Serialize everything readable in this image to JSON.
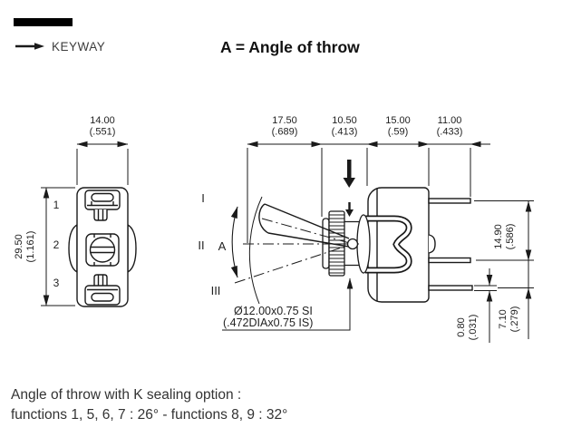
{
  "header": {
    "keyway": "KEYWAY",
    "title": "A = Angle of throw"
  },
  "front": {
    "dim_width": {
      "mm": "14.00",
      "inch": "(.551)"
    },
    "dim_height": {
      "mm": "29.50",
      "inch": "(1.161)"
    },
    "terminals": [
      "1",
      "2",
      "3"
    ]
  },
  "side": {
    "top_dims": [
      {
        "mm": "17.50",
        "inch": "(.689)"
      },
      {
        "mm": "10.50",
        "inch": "(.413)"
      },
      {
        "mm": "15.00",
        "inch": "(.59)"
      },
      {
        "mm": "11.00",
        "inch": "(.433)"
      }
    ],
    "right_dims": [
      {
        "mm": "14.90",
        "inch": "(.586)"
      },
      {
        "mm": "7.10",
        "inch": "(.279)"
      },
      {
        "mm": "0.80",
        "inch": "(.031)"
      }
    ],
    "positions": [
      "I",
      "II",
      "III"
    ],
    "angle_label": "A",
    "callout": {
      "line1": "Ø12.00x0.75 SI",
      "line2": "(.472DIAx0.75 IS)"
    }
  },
  "footer": {
    "line1": "Angle of throw with K sealing option :",
    "line2": "functions 1, 5, 6, 7 : 26° - functions 8, 9 : 32°"
  },
  "colors": {
    "line": "#1a1a1a",
    "text": "#2b2b2b"
  }
}
